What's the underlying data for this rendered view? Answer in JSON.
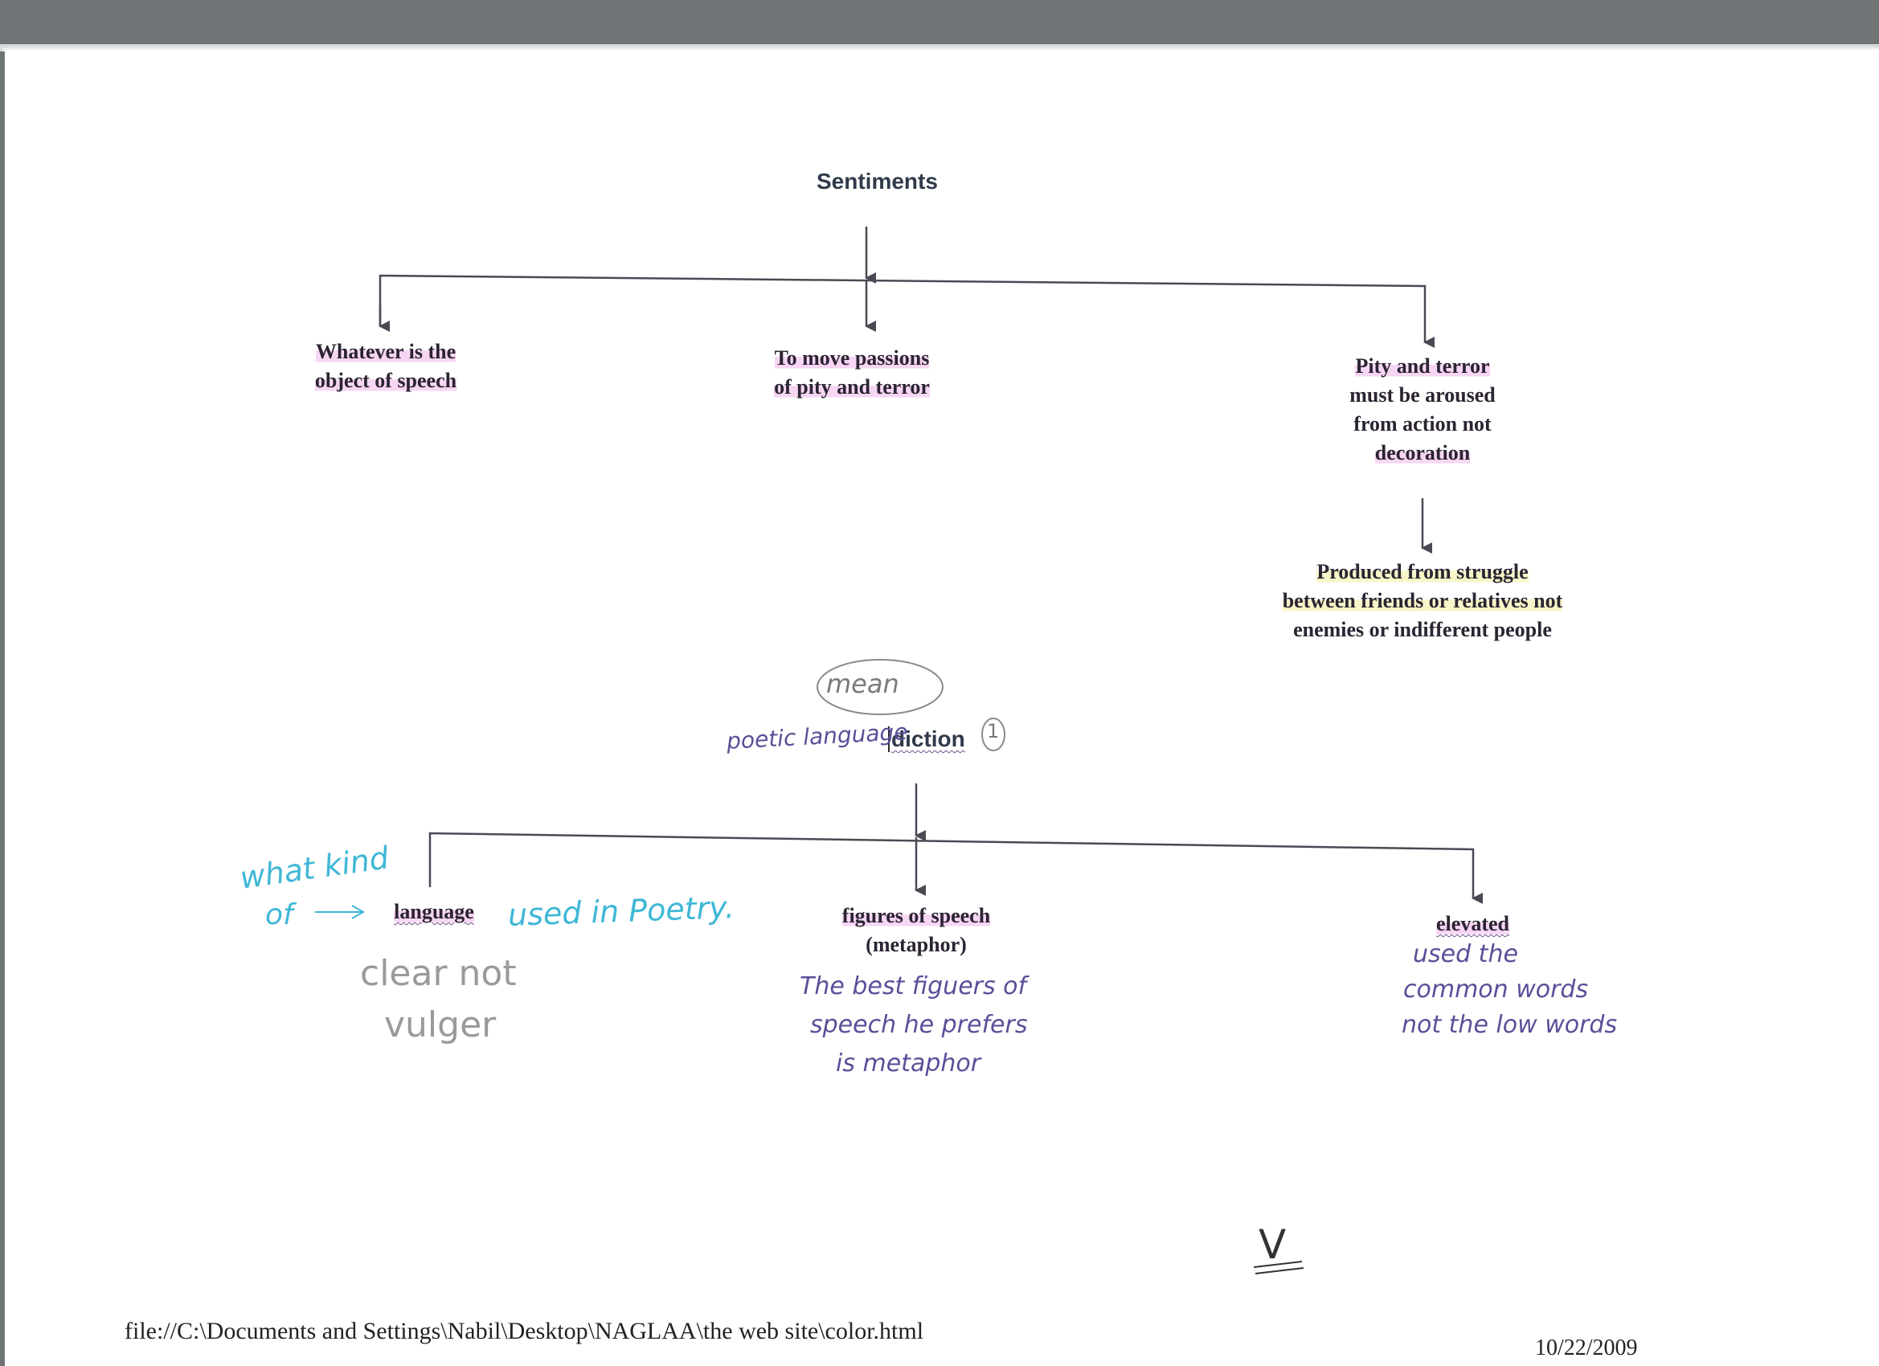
{
  "diagram1": {
    "root": "Sentiments",
    "children": [
      {
        "lines": [
          "Whatever is the",
          "object of speech"
        ]
      },
      {
        "lines": [
          "To move passions",
          "of pity and terror"
        ]
      },
      {
        "lines": [
          "Pity and terror",
          "must be aroused",
          "from action not",
          "decoration"
        ]
      }
    ],
    "sub_child": {
      "lines": [
        "Produced from struggle",
        "between friends or relatives not",
        "enemies or indifferent people"
      ]
    }
  },
  "diagram2": {
    "root": "diction",
    "children": [
      {
        "label": "language"
      },
      {
        "lines": [
          "figures of speech",
          "(metaphor)"
        ]
      },
      {
        "label": "elevated"
      }
    ]
  },
  "handwriting": {
    "means": "mean",
    "poetic_language": "poetic language",
    "circled_number": "1",
    "what_kind_line1": "what kind",
    "what_kind_line2": "of",
    "used_in_poetry": "used in Poetry.",
    "clear_line1": "clear not",
    "clear_line2": "vulger",
    "metaphor_note": [
      "The best figuers of",
      "speech he prefers",
      "is metaphor"
    ],
    "elevated_note": [
      "used the",
      "common words",
      "not the low words"
    ],
    "check_mark": "V"
  },
  "footer": {
    "path": "file://C:\\Documents and Settings\\Nabil\\Desktop\\NAGLAA\\the web site\\color.html",
    "date": "10/22/2009"
  },
  "colors": {
    "ink_purple": "#5b4f99",
    "ink_cyan": "#3fb7d6",
    "ink_gray": "#9a9a9a",
    "highlight_pink": "#f7d6f4",
    "highlight_yellow": "#f8f6c8"
  }
}
